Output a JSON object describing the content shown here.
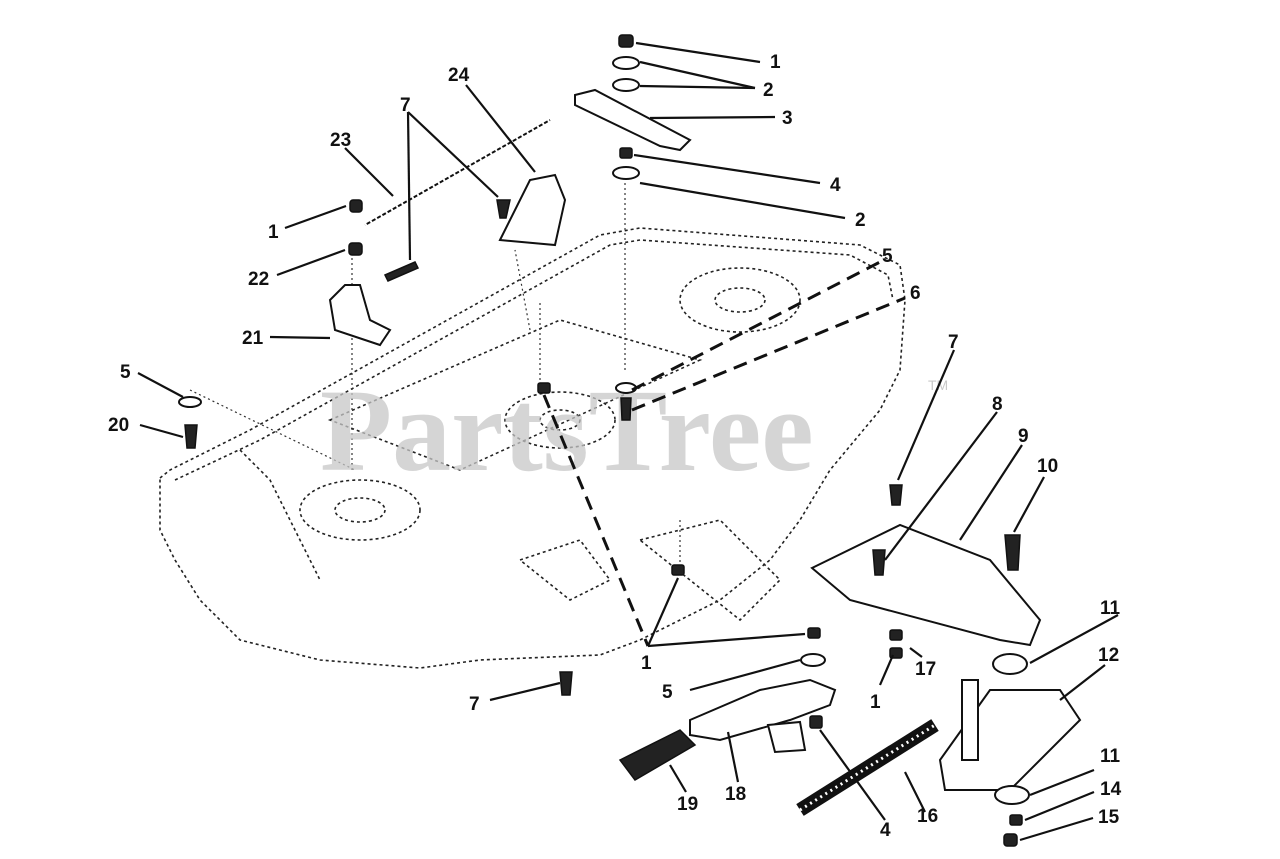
{
  "watermark": {
    "text": "PartsTree",
    "trademark": "TM"
  },
  "callouts": [
    {
      "id": "c1a",
      "text": "1"
    },
    {
      "id": "c2a",
      "text": "2"
    },
    {
      "id": "c3",
      "text": "3"
    },
    {
      "id": "c4a",
      "text": "4"
    },
    {
      "id": "c2b",
      "text": "2"
    },
    {
      "id": "c5a",
      "text": "5"
    },
    {
      "id": "c6",
      "text": "6"
    },
    {
      "id": "c24",
      "text": "24"
    },
    {
      "id": "c7a",
      "text": "7"
    },
    {
      "id": "c23",
      "text": "23"
    },
    {
      "id": "c1b",
      "text": "1"
    },
    {
      "id": "c22",
      "text": "22"
    },
    {
      "id": "c21",
      "text": "21"
    },
    {
      "id": "c5b",
      "text": "5"
    },
    {
      "id": "c20",
      "text": "20"
    },
    {
      "id": "c7b",
      "text": "7"
    },
    {
      "id": "c8",
      "text": "8"
    },
    {
      "id": "c9",
      "text": "9"
    },
    {
      "id": "c10",
      "text": "10"
    },
    {
      "id": "c11a",
      "text": "11"
    },
    {
      "id": "c12",
      "text": "12"
    },
    {
      "id": "c1c",
      "text": "1"
    },
    {
      "id": "c17",
      "text": "17"
    },
    {
      "id": "c1d",
      "text": "1"
    },
    {
      "id": "c5c",
      "text": "5"
    },
    {
      "id": "c7c",
      "text": "7"
    },
    {
      "id": "c18",
      "text": "18"
    },
    {
      "id": "c19",
      "text": "19"
    },
    {
      "id": "c4b",
      "text": "4"
    },
    {
      "id": "c16",
      "text": "16"
    },
    {
      "id": "c11b",
      "text": "11"
    },
    {
      "id": "c14",
      "text": "14"
    },
    {
      "id": "c15",
      "text": "15"
    }
  ]
}
